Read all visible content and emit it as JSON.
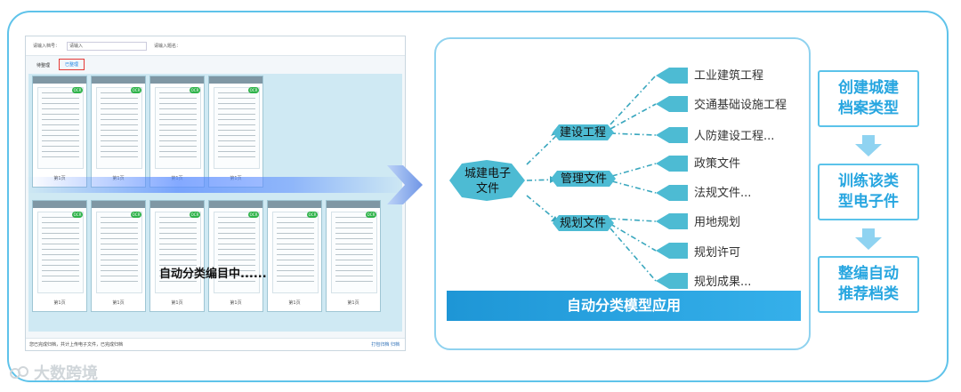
{
  "screenshot": {
    "search_fields": [
      "请输入档号：",
      "请输入题名："
    ],
    "search_value": "请输入",
    "tabs": [
      "待整理",
      "已整理"
    ],
    "cards_row1": [
      "第1页",
      "第1页",
      "第1页",
      "第1页"
    ],
    "cards_row2": [
      "第1页",
      "第1页",
      "第1页",
      "第1页",
      "第1页",
      "第1页"
    ],
    "badge": "OCR",
    "processing_text": "自动分类编目中......",
    "footer_left": "您已完成归档，共计上传电子文件，已完成归档",
    "footer_right": "打包归档   归档"
  },
  "tree": {
    "root": "城建电子\n文件",
    "branches": [
      {
        "label": "建设工程",
        "leaves": [
          "工业建筑工程",
          "交通基础设施工程",
          "人防建设工程..."
        ]
      },
      {
        "label": "管理文件",
        "leaves": [
          "政策文件",
          "法规文件..."
        ]
      },
      {
        "label": "规划文件",
        "leaves": [
          "用地规划",
          "规划许可",
          "规划成果..."
        ]
      }
    ],
    "banner": "自动分类模型应用"
  },
  "steps": [
    "创建城建档案类型",
    "训练该类型电子件",
    "整编自动推荐档类"
  ],
  "watermark": "大数跨境",
  "colors": {
    "accent": "#27a6e0",
    "hex_fill": "#4dbbd3",
    "banner": "#1e96d6"
  }
}
